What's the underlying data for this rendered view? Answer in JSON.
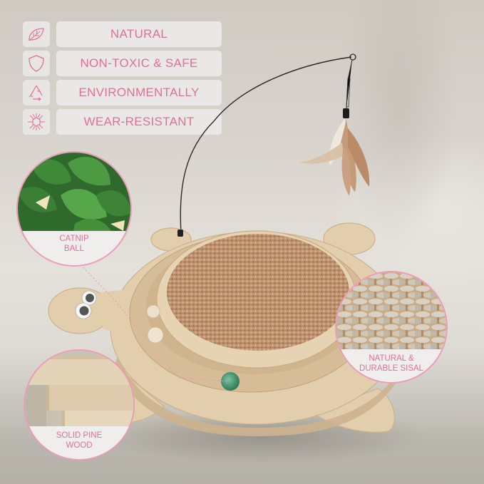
{
  "features": [
    {
      "icon": "leaf-icon",
      "label": "NATURAL"
    },
    {
      "icon": "shield-icon",
      "label": "NON-TOXIC & SAFE"
    },
    {
      "icon": "recycle-icon",
      "label": "ENVIRONMENTALLY"
    },
    {
      "icon": "wear-resistant-icon",
      "label": "WEAR-RESISTANT"
    }
  ],
  "callouts": {
    "catnip": {
      "line1": "CATNIP",
      "line2": "BALL"
    },
    "sisal": {
      "line1": "NATURAL &",
      "line2": "DURABLE SISAL"
    },
    "pine": {
      "line1": "SOLID PINE",
      "line2": "WOOD"
    }
  },
  "product": {
    "name": "turtle-shaped cat scratcher with feather wand"
  },
  "colors": {
    "accent_pink": "#e06f98",
    "circle_border": "#ec9bb8",
    "wood": "#e3cfae",
    "sisal": "#b88a5e",
    "catnip_ball": "#4a9a78"
  }
}
